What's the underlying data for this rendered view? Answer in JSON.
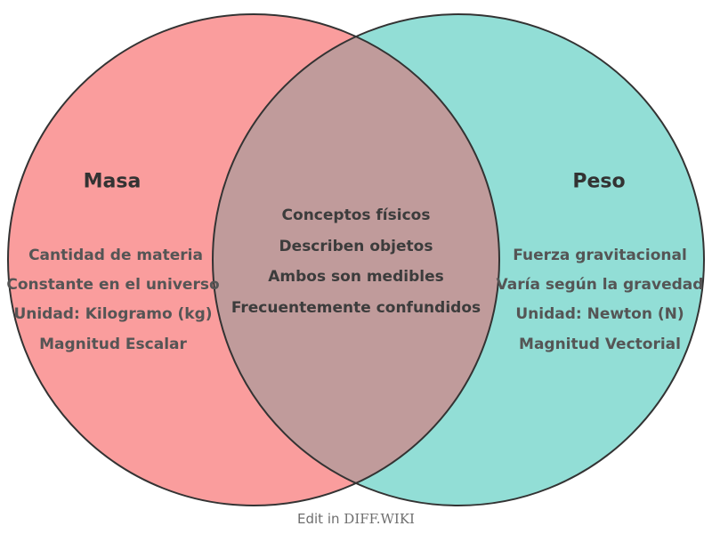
{
  "diagram": {
    "left": {
      "title": "Masa",
      "items": [
        "Cantidad de materia",
        "Constante en el universo",
        "Unidad: Kilogramo (kg)",
        "Magnitud Escalar"
      ],
      "fill": "#FA9D9D"
    },
    "right": {
      "title": "Peso",
      "items": [
        "Fuerza gravitacional",
        "Varía según la gravedad",
        "Unidad: Newton (N)",
        "Magnitud Vectorial"
      ],
      "fill": "#92DED6"
    },
    "overlap": {
      "items": [
        "Conceptos físicos",
        "Describen objetos",
        "Ambos son medibles",
        "Frecuentemente confundidos"
      ],
      "fill": "#C09B9B"
    },
    "outline_color": "#333333"
  },
  "footer": {
    "prefix": "Edit in",
    "brand": "DIFF.WIKI"
  }
}
